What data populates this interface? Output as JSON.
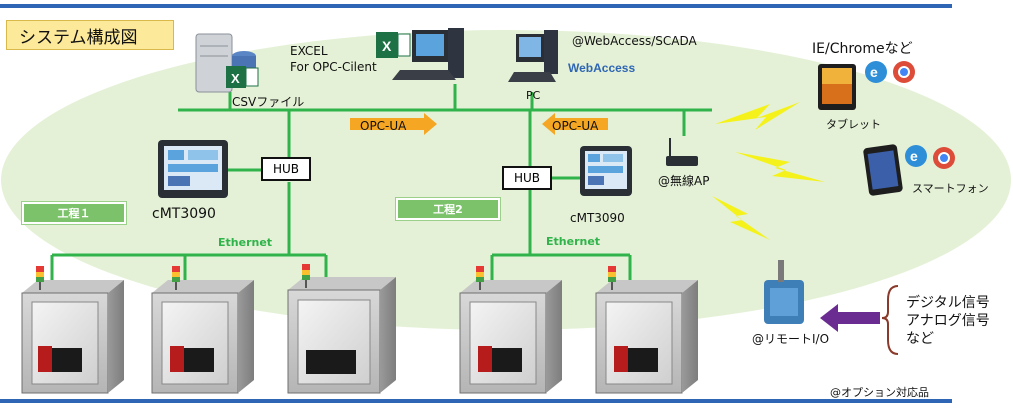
{
  "title": "システム構成図",
  "labels": {
    "csv_file": "CSVファイル",
    "excel_line1": "EXCEL",
    "excel_line2": "For OPC-Cilent",
    "webaccess_scada": "@WebAccess/SCADA",
    "webaccess_logo": "WebAccess",
    "pc": "PC",
    "opc_ua_left": "OPC-UA",
    "opc_ua_right": "OPC-UA",
    "hub_left": "HUB",
    "hub_right": "HUB",
    "cmt_left": "cMT3090",
    "cmt_right": "cMT3090",
    "stage1": "工程１",
    "stage2": "工程2",
    "ethernet_left": "Ethernet",
    "ethernet_right": "Ethernet",
    "wireless_ap": "@無線AP",
    "browsers": "IE/Chromeなど",
    "tablet": "タブレット",
    "smartphone": "スマートフォン",
    "remote_io": "@リモートI/O",
    "signal1": "デジタル信号",
    "signal2": "アナログ信号",
    "signal3": "など",
    "option_note": "@オプション対応品"
  },
  "colors": {
    "ellipse": "#e4f1d6",
    "network_line": "#2fb34a",
    "arrow_orange": "#f5a623",
    "lightning": "#f4f21a",
    "purple_arrow": "#6a2c91",
    "bar": "#2e66b5"
  }
}
